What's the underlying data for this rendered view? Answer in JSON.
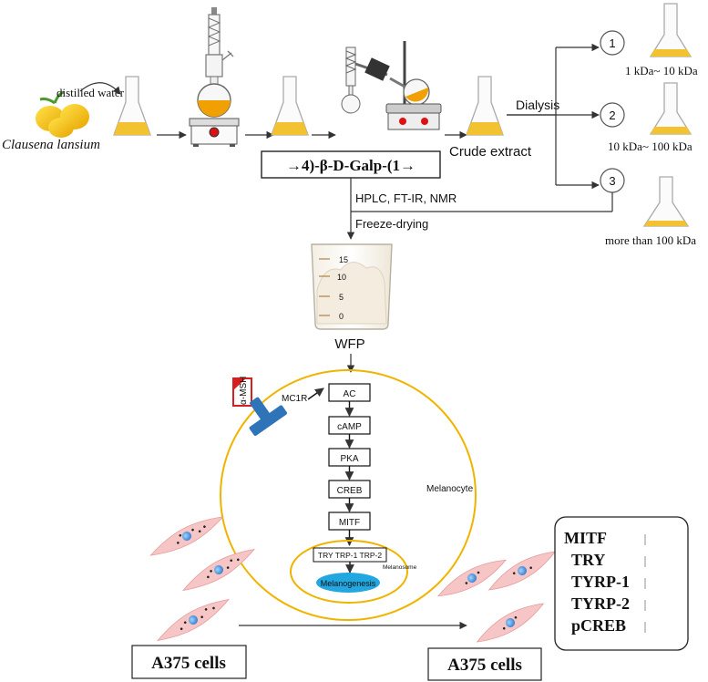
{
  "top_flow": {
    "solvent_label": "distilled water",
    "fruit_label": "Clausena lansium",
    "crude_label": "Crude extract",
    "dialysis_label": "Dialysis",
    "structure_label": "→4)-β-D-Galp-(1→",
    "analysis_label": "HPLC, FT-IR, NMR",
    "drying_label": "Freeze-drying",
    "product_label": "WFP"
  },
  "fractions": [
    {
      "number": "1",
      "label": "1 kDa~ 10 kDa"
    },
    {
      "number": "2",
      "label": "10 kDa~ 100 kDa"
    },
    {
      "number": "3",
      "label": "more than 100 kDa"
    }
  ],
  "beaker_scale": [
    "15",
    "10",
    "5",
    "0"
  ],
  "pathway": {
    "stimulus_label": "α-MSH",
    "receptor_label": "MC1R",
    "steps": [
      "AC",
      "cAMP",
      "PKA",
      "CREB",
      "MITF"
    ],
    "cell_label": "Melanocyte",
    "enzymes_label": "TRY TRP-1 TRP-2",
    "organelle_label": "Melanosome",
    "process_label": "Melanogenesis"
  },
  "cells": {
    "left_label": "A375 cells",
    "right_label": "A375 cells"
  },
  "markers": [
    "MITF",
    "TRY",
    "TYRP-1",
    "TYRP-2",
    "pCREB"
  ],
  "colors": {
    "flask_liquid": "#f2c230",
    "flask_liquid_dark": "#e8a617",
    "cell_outline": "#f0b400",
    "receptor": "#2f73b8",
    "stimulus_box": "#d62020",
    "melanogenesis_fill": "#22a7e0",
    "cell_body": "#f6c6c6"
  },
  "icons": [
    "lychee-fruit-icon",
    "flask-icon",
    "soxhlet-apparatus-icon",
    "hot-plate-icon",
    "rotary-evaporator-icon",
    "beaker-icon",
    "a375-cell-icon"
  ]
}
